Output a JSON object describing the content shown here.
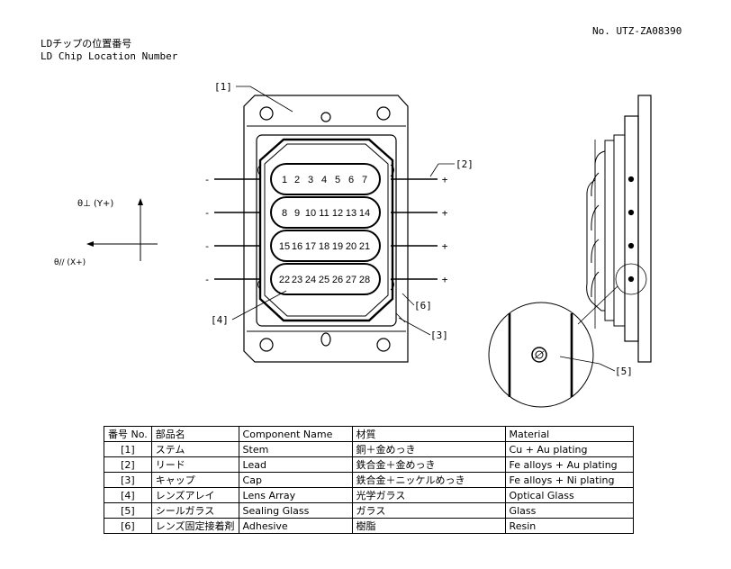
{
  "document": {
    "number": "No. UTZ-ZA08390",
    "title_jp": "LDチップの位置番号",
    "title_en": "LD Chip Location Number"
  },
  "drawing": {
    "chip_rows": [
      [
        "1",
        "2",
        "3",
        "4",
        "5",
        "6",
        "7"
      ],
      [
        "8",
        "9",
        "10",
        "11",
        "12",
        "13",
        "14"
      ],
      [
        "15",
        "16",
        "17",
        "18",
        "19",
        "20",
        "21"
      ],
      [
        "22",
        "23",
        "24",
        "25",
        "26",
        "27",
        "28"
      ]
    ],
    "callouts": {
      "c1": "[1]",
      "c2": "[2]",
      "c3": "[3]",
      "c4": "[4]",
      "c5": "[5]",
      "c6": "[6]"
    },
    "lead_minus": "-",
    "lead_plus": "+",
    "axis_y_label": "θ⊥ (Y+)",
    "axis_x_label": "θ// (X+)"
  },
  "table": {
    "headers": [
      "番号 No.",
      "部品名",
      "Component Name",
      "材質",
      "Material"
    ],
    "rows": [
      [
        "[1]",
        "ステム",
        "Stem",
        "銅＋金めっき",
        "Cu + Au plating"
      ],
      [
        "[2]",
        "リード",
        "Lead",
        "鉄合金＋金めっき",
        "Fe alloys + Au plating"
      ],
      [
        "[3]",
        "キャップ",
        "Cap",
        "鉄合金＋ニッケルめっき",
        "Fe alloys + Ni plating"
      ],
      [
        "[4]",
        "レンズアレイ",
        "Lens Array",
        "光学ガラス",
        "Optical Glass"
      ],
      [
        "[5]",
        "シールガラス",
        "Sealing Glass",
        "ガラス",
        "Glass"
      ],
      [
        "[6]",
        "レンズ固定接着剤",
        "Adhesive",
        "樹脂",
        "Resin"
      ]
    ]
  }
}
